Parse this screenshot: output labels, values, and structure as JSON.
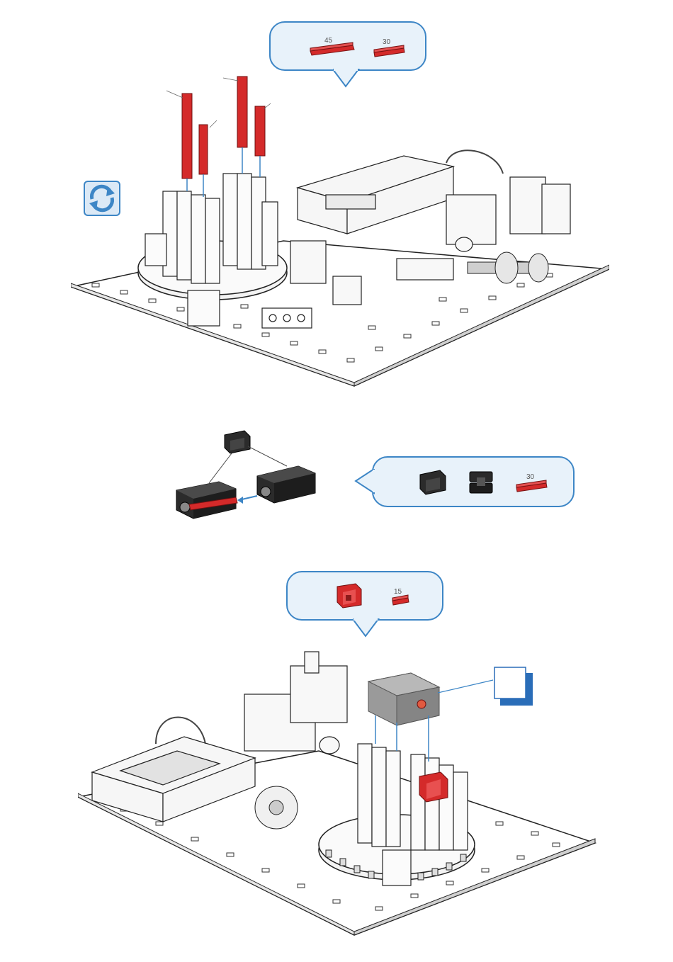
{
  "step1": {
    "parts": [
      {
        "label": "45",
        "icon": "red-rod-45-icon"
      },
      {
        "label": "30",
        "icon": "red-rod-30-icon"
      }
    ],
    "rotate_icon": "rotate-model-icon"
  },
  "step2": {
    "parts": [
      {
        "label": "",
        "icon": "black-building-block-icon"
      },
      {
        "label": "",
        "icon": "black-building-block-15-icon"
      },
      {
        "label": "30",
        "icon": "red-rod-30-icon"
      }
    ]
  },
  "step3": {
    "parts": [
      {
        "label": "",
        "icon": "red-building-block-icon"
      },
      {
        "label": "15",
        "icon": "red-rod-15-icon"
      }
    ],
    "badge_icon": "page-reference-icon"
  },
  "colors": {
    "accent": "#3d86c6",
    "bubble_fill": "#e8f2fa",
    "part_red": "#d42a2a",
    "part_black": "#2b2b2b",
    "part_gray": "#9a9a9a"
  }
}
